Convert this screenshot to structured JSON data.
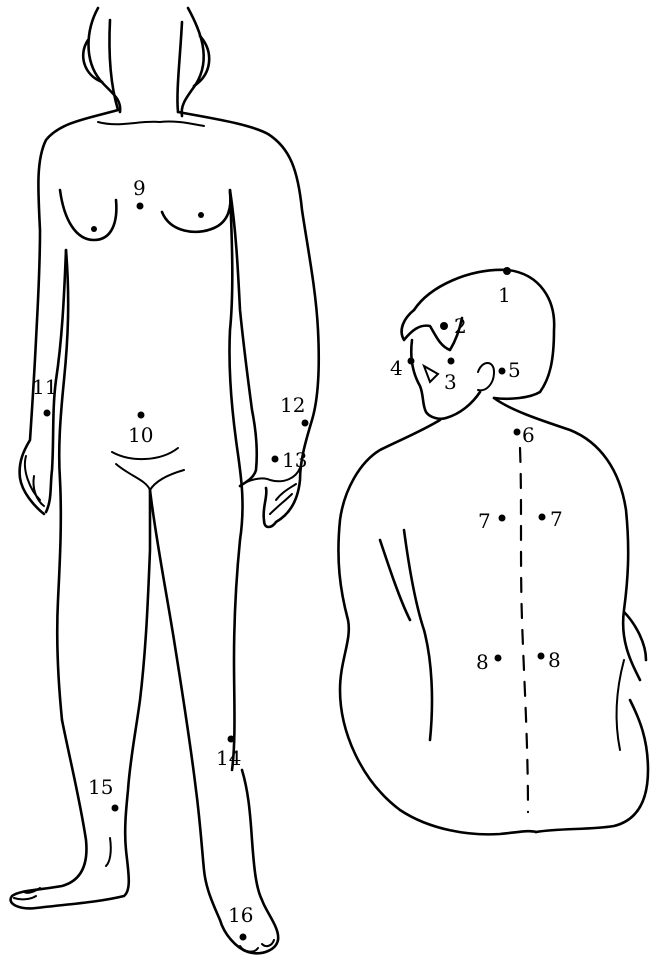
{
  "points": [
    {
      "id": "p1",
      "label": "1"
    },
    {
      "id": "p2",
      "label": "2"
    },
    {
      "id": "p3",
      "label": "3"
    },
    {
      "id": "p4",
      "label": "4"
    },
    {
      "id": "p5",
      "label": "5"
    },
    {
      "id": "p6",
      "label": "6"
    },
    {
      "id": "p7a",
      "label": "7"
    },
    {
      "id": "p7b",
      "label": "7"
    },
    {
      "id": "p8a",
      "label": "8"
    },
    {
      "id": "p8b",
      "label": "8"
    },
    {
      "id": "p9",
      "label": "9"
    },
    {
      "id": "p10",
      "label": "10"
    },
    {
      "id": "p11",
      "label": "11"
    },
    {
      "id": "p12",
      "label": "12"
    },
    {
      "id": "p13",
      "label": "13"
    },
    {
      "id": "p14",
      "label": "14"
    },
    {
      "id": "p15",
      "label": "15"
    },
    {
      "id": "p16",
      "label": "16"
    }
  ]
}
